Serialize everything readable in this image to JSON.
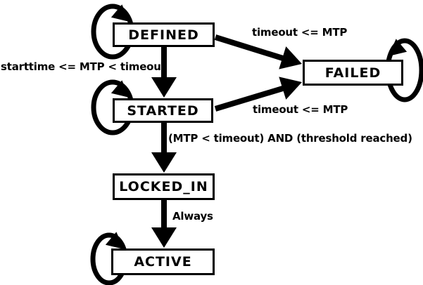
{
  "colors": {
    "background": "#ffffff",
    "stroke": "#000000",
    "state_fill": "#ffffff",
    "text": "#000000"
  },
  "states": {
    "defined": {
      "label": "DEFINED"
    },
    "failed": {
      "label": "FAILED"
    },
    "started": {
      "label": "STARTED"
    },
    "locked_in": {
      "label": "LOCKED_IN"
    },
    "active": {
      "label": "ACTIVE"
    }
  },
  "transitions": [
    {
      "from": "DEFINED",
      "to": "STARTED",
      "label": "starttime <= MTP < timeout"
    },
    {
      "from": "DEFINED",
      "to": "FAILED",
      "label": "timeout <= MTP"
    },
    {
      "from": "STARTED",
      "to": "FAILED",
      "label": "timeout <= MTP"
    },
    {
      "from": "STARTED",
      "to": "LOCKED_IN",
      "label": "(MTP < timeout) AND (threshold reached)"
    },
    {
      "from": "LOCKED_IN",
      "to": "ACTIVE",
      "label": "Always"
    }
  ],
  "self_loop_states": [
    "DEFINED",
    "STARTED",
    "FAILED",
    "ACTIVE"
  ]
}
